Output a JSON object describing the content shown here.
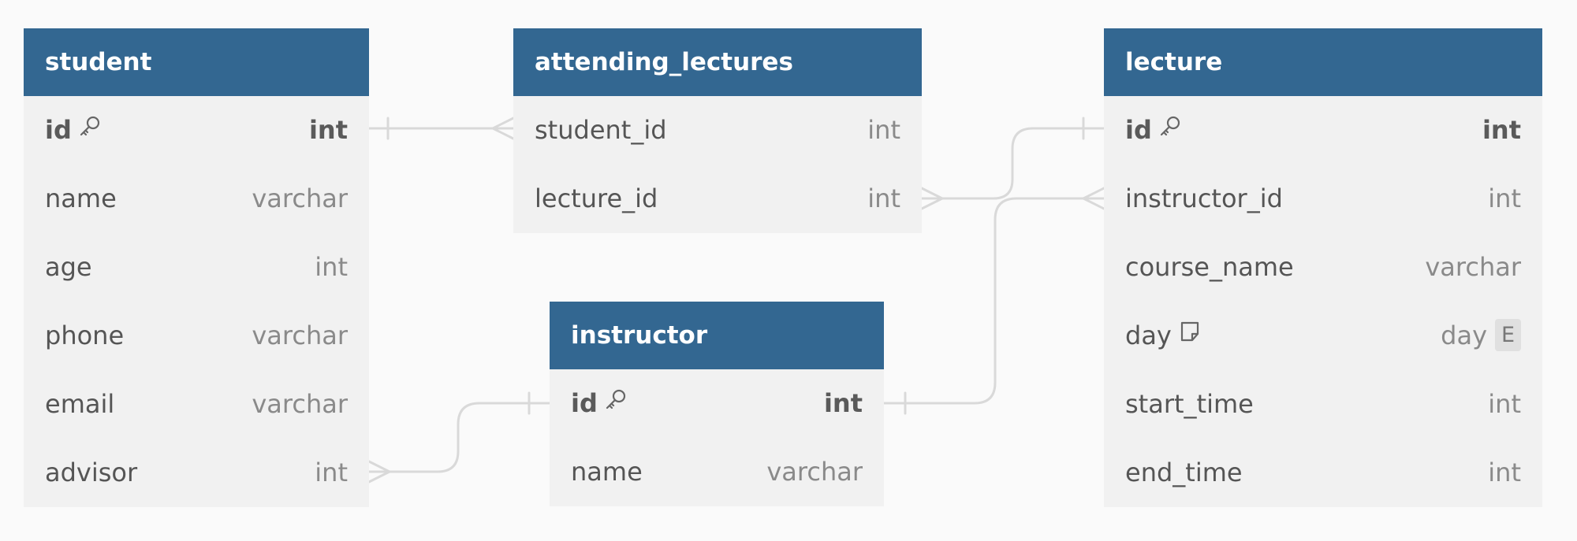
{
  "colors": {
    "background": "#fafafa",
    "header": "#336791",
    "table_body": "#f1f1f1",
    "connector": "#d9d9d9"
  },
  "tables": {
    "student": {
      "name": "student",
      "fields": [
        {
          "name": "id",
          "type": "int",
          "primary_key": true,
          "icon": "key-icon"
        },
        {
          "name": "name",
          "type": "varchar"
        },
        {
          "name": "age",
          "type": "int"
        },
        {
          "name": "phone",
          "type": "varchar"
        },
        {
          "name": "email",
          "type": "varchar"
        },
        {
          "name": "advisor",
          "type": "int"
        }
      ]
    },
    "attending_lectures": {
      "name": "attending_lectures",
      "fields": [
        {
          "name": "student_id",
          "type": "int"
        },
        {
          "name": "lecture_id",
          "type": "int"
        }
      ]
    },
    "lecture": {
      "name": "lecture",
      "fields": [
        {
          "name": "id",
          "type": "int",
          "primary_key": true,
          "icon": "key-icon"
        },
        {
          "name": "instructor_id",
          "type": "int"
        },
        {
          "name": "course_name",
          "type": "varchar"
        },
        {
          "name": "day",
          "type": "day",
          "icon": "note-icon",
          "badge": "E"
        },
        {
          "name": "start_time",
          "type": "int"
        },
        {
          "name": "end_time",
          "type": "int"
        }
      ]
    },
    "instructor": {
      "name": "instructor",
      "fields": [
        {
          "name": "id",
          "type": "int",
          "primary_key": true,
          "icon": "key-icon"
        },
        {
          "name": "name",
          "type": "varchar"
        }
      ]
    }
  },
  "relationships": [
    {
      "from": "student.id",
      "to": "attending_lectures.student_id",
      "cardinality": "one-to-many"
    },
    {
      "from": "lecture.id",
      "to": "attending_lectures.lecture_id",
      "cardinality": "one-to-many"
    },
    {
      "from": "instructor.id",
      "to": "student.advisor",
      "cardinality": "one-to-many"
    },
    {
      "from": "instructor.id",
      "to": "lecture.instructor_id",
      "cardinality": "one-to-many"
    }
  ]
}
